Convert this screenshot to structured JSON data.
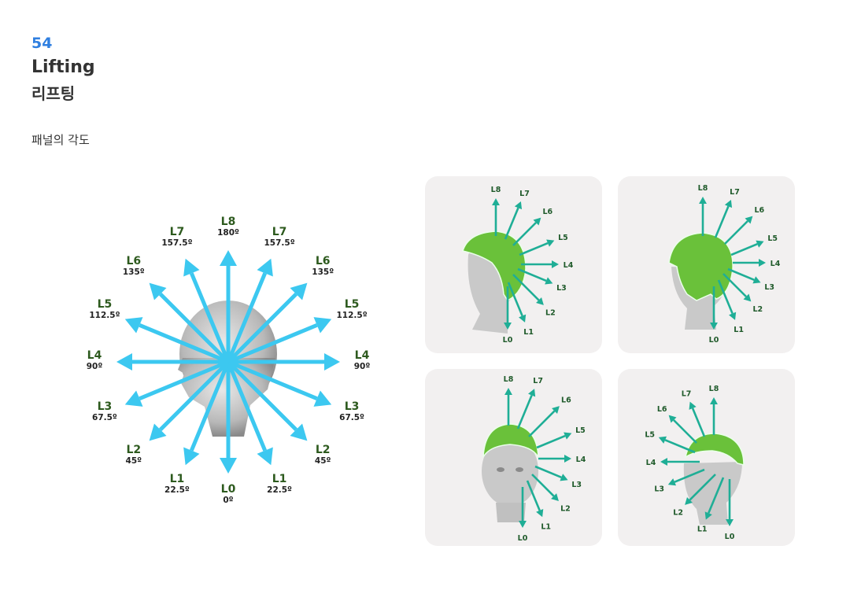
{
  "header": {
    "number": "54",
    "title_en": "Lifting",
    "title_ko": "리프팅"
  },
  "section_title": "패널의 각도",
  "colors": {
    "accent": "#2f7fe0",
    "arrow_main": "#3cc8f0",
    "arrow_panel": "#1fae96",
    "hair_green": "#6ac13a",
    "label_green": "#2d5a1e",
    "panel_bg": "#f2f0f0"
  },
  "angles": [
    {
      "name": "L0",
      "deg": "0º",
      "value": 0
    },
    {
      "name": "L1",
      "deg": "22.5º",
      "value": 22.5
    },
    {
      "name": "L2",
      "deg": "45º",
      "value": 45
    },
    {
      "name": "L3",
      "deg": "67.5º",
      "value": 67.5
    },
    {
      "name": "L4",
      "deg": "90º",
      "value": 90
    },
    {
      "name": "L5",
      "deg": "112.5º",
      "value": 112.5
    },
    {
      "name": "L6",
      "deg": "135º",
      "value": 135
    },
    {
      "name": "L7",
      "deg": "157.5º",
      "value": 157.5
    },
    {
      "name": "L8",
      "deg": "180º",
      "value": 180
    }
  ],
  "panels": [
    {
      "view": "side-front",
      "labels": [
        "L0",
        "L1",
        "L2",
        "L3",
        "L4",
        "L5",
        "L6",
        "L7",
        "L8"
      ]
    },
    {
      "view": "back-side",
      "labels": [
        "L0",
        "L1",
        "L2",
        "L3",
        "L4",
        "L5",
        "L6",
        "L7",
        "L8"
      ]
    },
    {
      "view": "front",
      "labels": [
        "L0",
        "L1",
        "L2",
        "L3",
        "L4",
        "L5",
        "L6",
        "L7",
        "L8"
      ]
    },
    {
      "view": "three-quarter",
      "labels": [
        "L0",
        "L1",
        "L2",
        "L3",
        "L4",
        "L5",
        "L6",
        "L7",
        "L8"
      ]
    }
  ]
}
